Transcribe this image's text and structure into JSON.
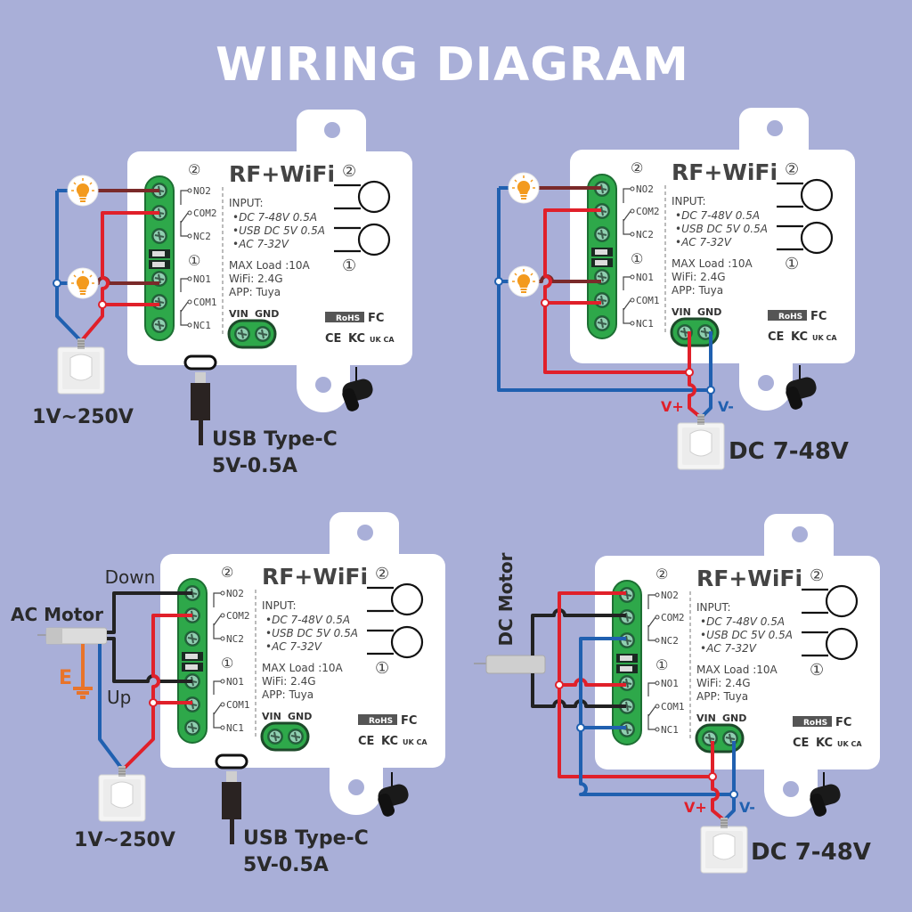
{
  "title": "WIRING DIAGRAM",
  "colors": {
    "background": "#a9afd8",
    "wire_red": "#e0202a",
    "wire_blue": "#2060b0",
    "wire_black": "#222222",
    "wire_darkred": "#7a2a2a",
    "terminal_green": "#2ea84a",
    "earth_orange": "#e8742a",
    "bulb_orange": "#f39a1e"
  },
  "device": {
    "name": "RF+WiFi",
    "input_label": "INPUT:",
    "inputs": [
      "•DC 7-48V 0.5A",
      "•USB DC 5V 0.5A",
      "•AC 7-32V"
    ],
    "max_load": "MAX Load :10A",
    "wifi": "WiFi: 2.4G",
    "app": "APP: Tuya",
    "channel_2": "②",
    "channel_1": "①",
    "terminals": [
      "NO2",
      "COM2",
      "NC2",
      "NO1",
      "COM1",
      "NC1"
    ],
    "power_terminals": [
      "VIN",
      "GND"
    ],
    "certifications": [
      "RoHS",
      "FC",
      "CE",
      "KC",
      "UK CA"
    ]
  },
  "panels": [
    {
      "id": "top-left",
      "load": "2 x light bulb",
      "source_label": "1V~250V",
      "power_label_line1": "USB Type-C",
      "power_label_line2": "5V-0.5A"
    },
    {
      "id": "top-right",
      "load": "2 x light bulb",
      "source_label": "DC 7-48V",
      "vplus": "V+",
      "vminus": "V-"
    },
    {
      "id": "bottom-left",
      "load_label": "AC Motor",
      "down_label": "Down",
      "up_label": "Up",
      "earth_label": "E",
      "source_label": "1V~250V",
      "power_label_line1": "USB Type-C",
      "power_label_line2": "5V-0.5A"
    },
    {
      "id": "bottom-right",
      "load_label": "DC Motor",
      "source_label": "DC 7-48V",
      "vplus": "V+",
      "vminus": "V-"
    }
  ]
}
